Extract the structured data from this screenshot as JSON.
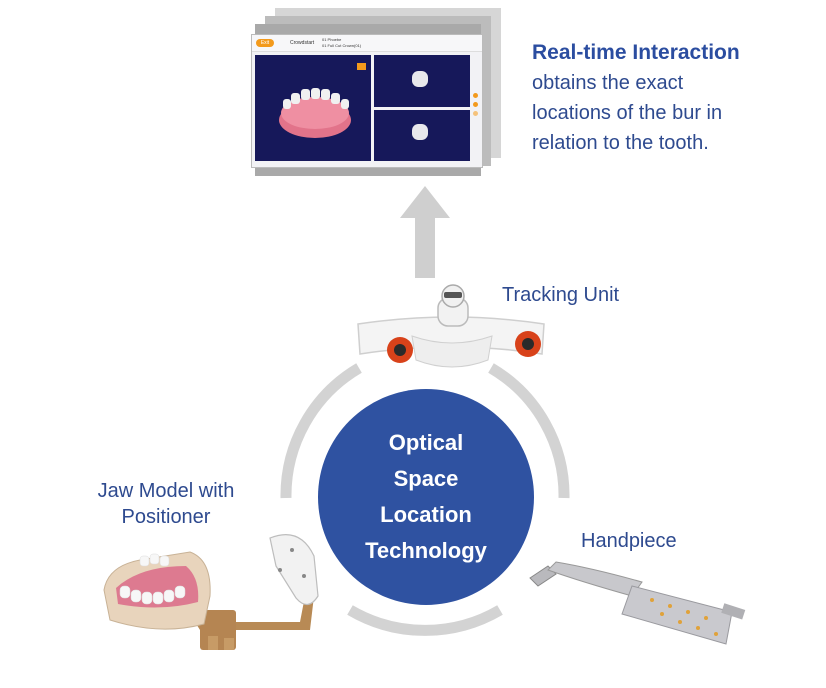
{
  "realtime": {
    "title": "Real-time Interaction",
    "lines": [
      "obtains the exact",
      "locations of the bur in",
      "relation to the tooth."
    ]
  },
  "tracking_unit": {
    "label": "Tracking Unit"
  },
  "jaw_model": {
    "lines": [
      "Jaw Model with",
      "Positioner"
    ]
  },
  "handpiece": {
    "label": "Handpiece"
  },
  "center": {
    "lines": [
      "Optical",
      "Space",
      "Location",
      "Technology"
    ]
  },
  "screen": {
    "badge": "Exit",
    "tab": "Crowdstart",
    "info_lines": [
      "01 Phoebe",
      "01 Full Cut Crown(01)"
    ]
  },
  "colors": {
    "primary_blue": "#2f52a1",
    "label_blue": "#2e4a8f",
    "ring_gray": "#d3d3d3",
    "accent_orange": "#f39a1c",
    "screen_dark": "#16185a"
  }
}
